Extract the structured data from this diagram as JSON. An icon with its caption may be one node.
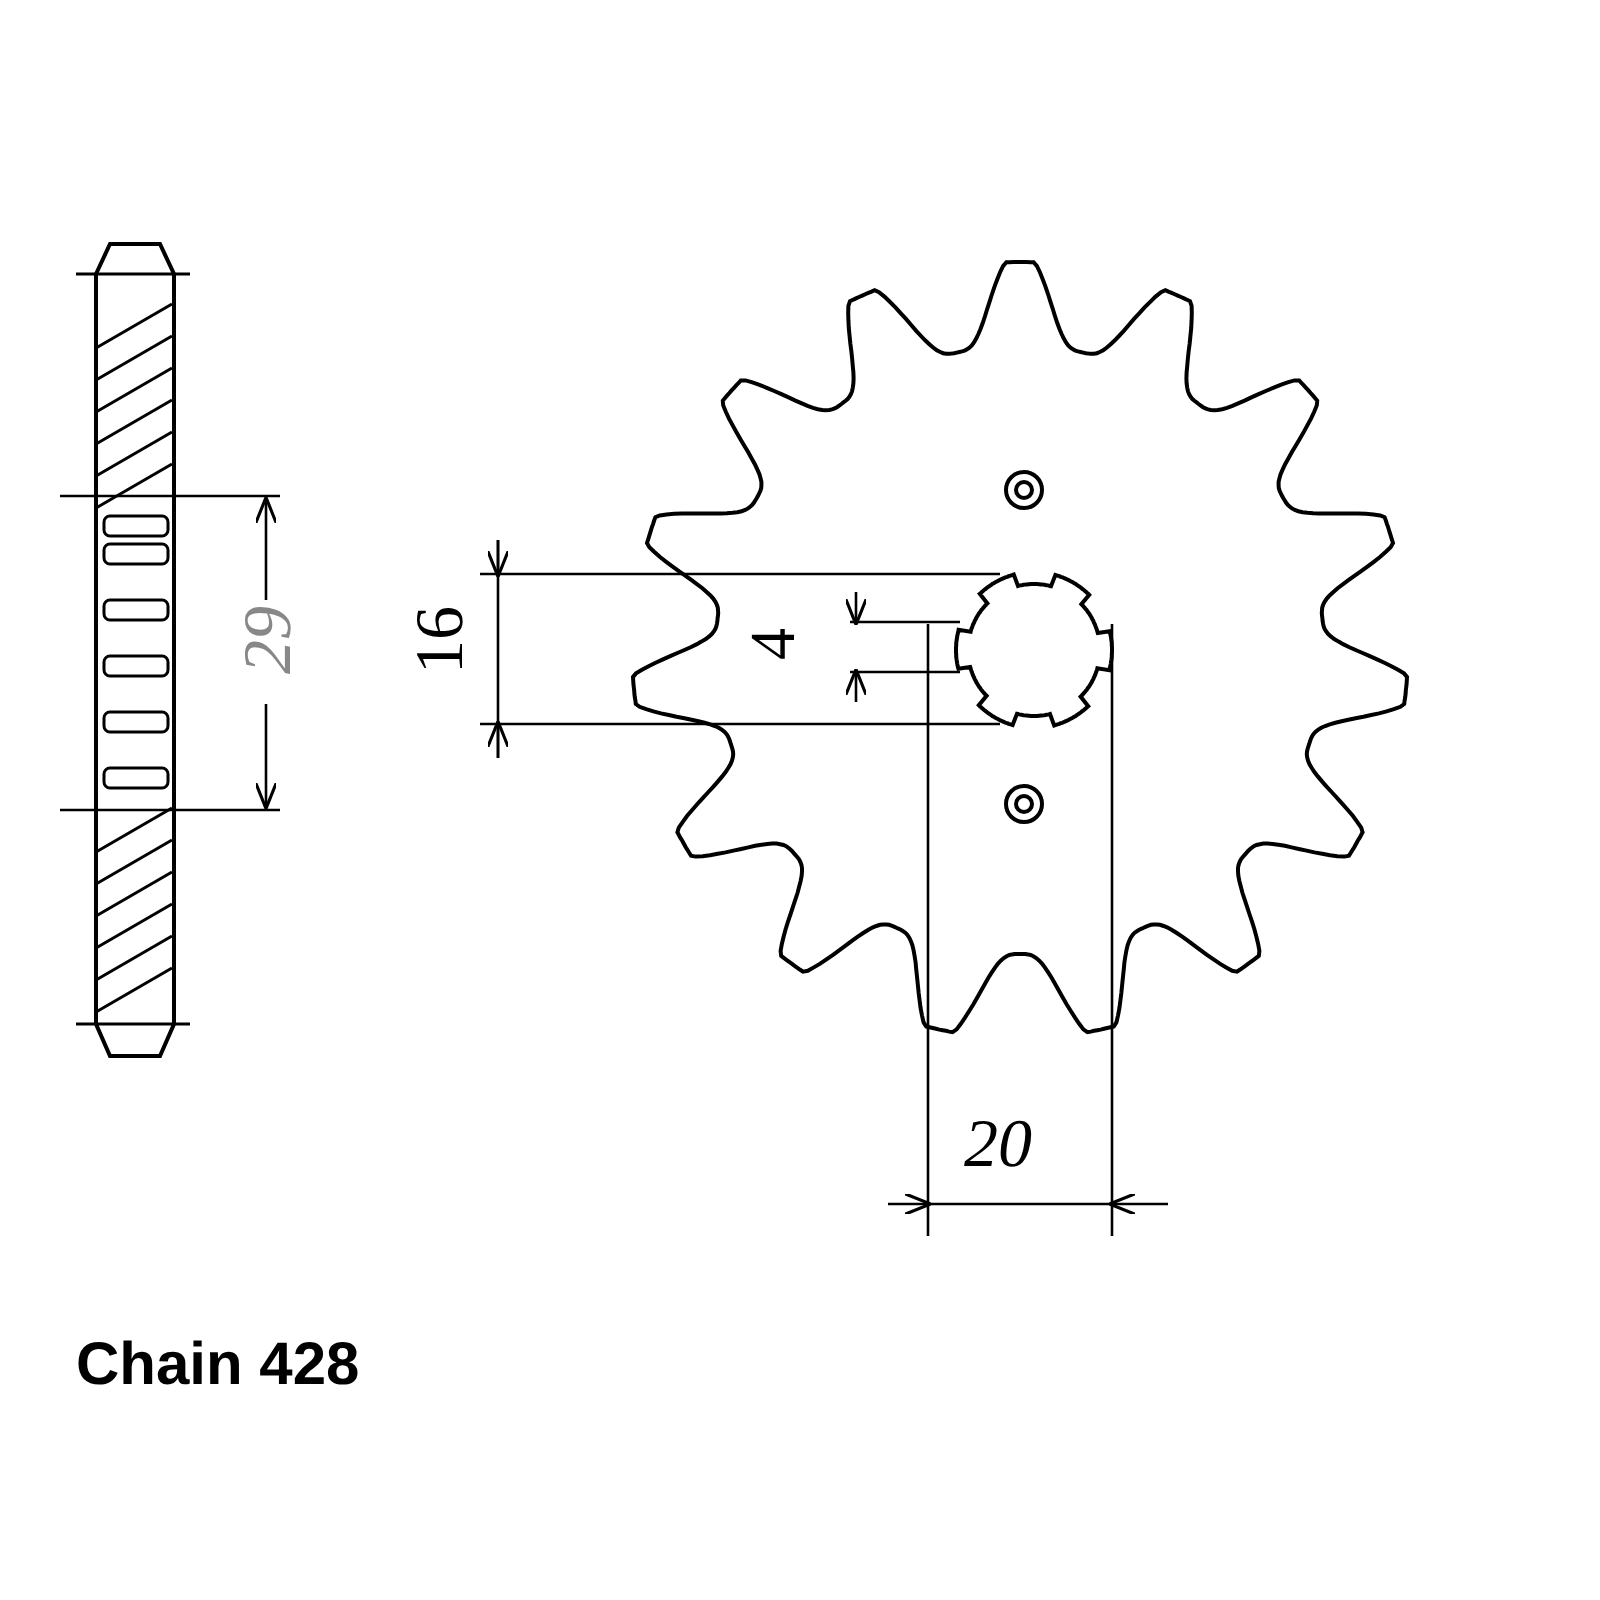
{
  "diagram": {
    "labels": [
      "29",
      "16",
      "4",
      "20",
      "Chain 428"
    ]
  }
}
